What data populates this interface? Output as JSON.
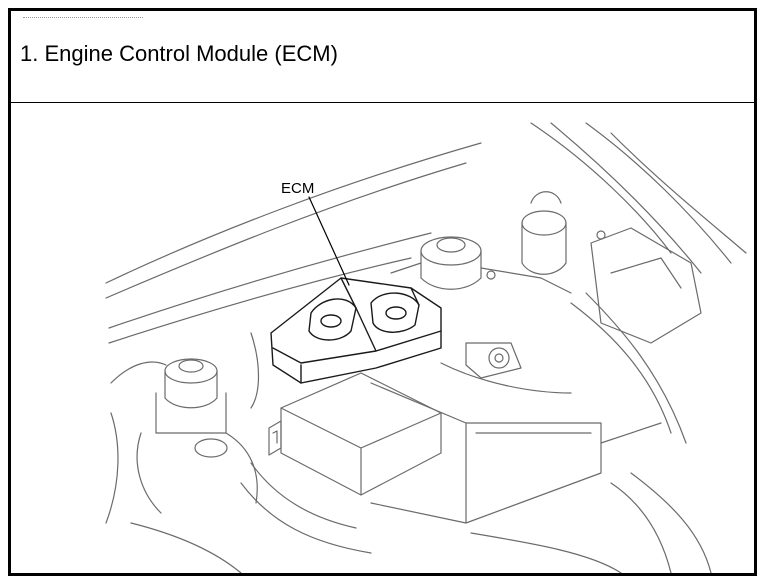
{
  "header": {
    "title": "1. Engine Control Module (ECM)"
  },
  "diagram": {
    "callouts": [
      {
        "label": "ECM",
        "points_to": "engine-control-module"
      }
    ],
    "line_color": "#6b6b6b",
    "ink_color": "#000000"
  }
}
